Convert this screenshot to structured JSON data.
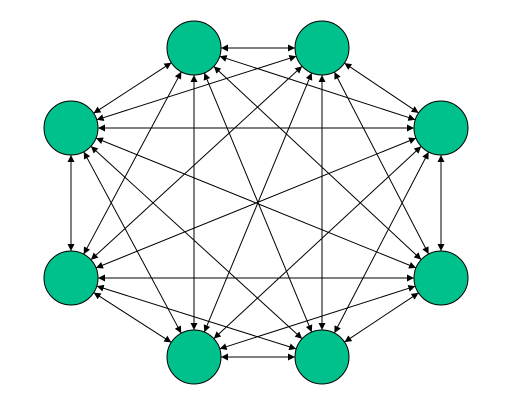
{
  "diagram": {
    "type": "complete-graph",
    "directed": "bidirectional",
    "node_count": 8,
    "nodes": [
      {
        "id": "n1"
      },
      {
        "id": "n2"
      },
      {
        "id": "n3"
      },
      {
        "id": "n4"
      },
      {
        "id": "n5"
      },
      {
        "id": "n6"
      },
      {
        "id": "n7"
      },
      {
        "id": "n8"
      }
    ],
    "edges": [
      [
        "n1",
        "n2"
      ],
      [
        "n1",
        "n3"
      ],
      [
        "n1",
        "n4"
      ],
      [
        "n1",
        "n5"
      ],
      [
        "n1",
        "n6"
      ],
      [
        "n1",
        "n7"
      ],
      [
        "n1",
        "n8"
      ],
      [
        "n2",
        "n3"
      ],
      [
        "n2",
        "n4"
      ],
      [
        "n2",
        "n5"
      ],
      [
        "n2",
        "n6"
      ],
      [
        "n2",
        "n7"
      ],
      [
        "n2",
        "n8"
      ],
      [
        "n3",
        "n4"
      ],
      [
        "n3",
        "n5"
      ],
      [
        "n3",
        "n6"
      ],
      [
        "n3",
        "n7"
      ],
      [
        "n3",
        "n8"
      ],
      [
        "n4",
        "n5"
      ],
      [
        "n4",
        "n6"
      ],
      [
        "n4",
        "n7"
      ],
      [
        "n4",
        "n8"
      ],
      [
        "n5",
        "n6"
      ],
      [
        "n5",
        "n7"
      ],
      [
        "n5",
        "n8"
      ],
      [
        "n6",
        "n7"
      ],
      [
        "n6",
        "n8"
      ],
      [
        "n7",
        "n8"
      ]
    ],
    "colors": {
      "node_fill": "#00C08C",
      "node_stroke": "#000000",
      "edge": "#000000",
      "background": "#FFFFFF"
    }
  }
}
